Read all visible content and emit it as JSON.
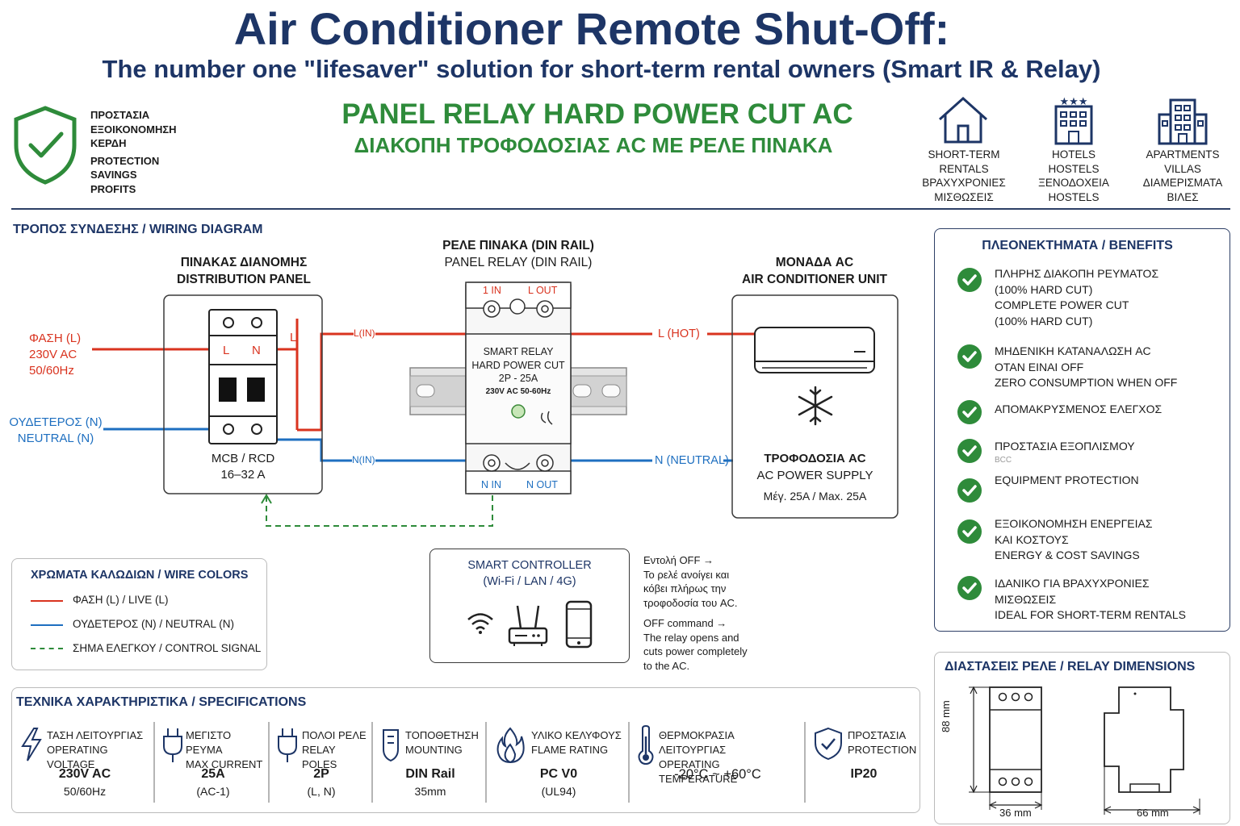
{
  "header": {
    "title": "Air Conditioner Remote Shut-Off:",
    "subtitle": "The number one \"lifesaver\" solution for short-term rental owners (Smart IR & Relay)"
  },
  "shield_block": {
    "lines": [
      "ΠΡΟΣΤΑΣΙΑ",
      "ΕΞΟΙΚΟΝΟΜΗΣΗ",
      "ΚΕΡΔΗ",
      "PROTECTION",
      "SAVINGS",
      "PROFITS"
    ]
  },
  "product": {
    "title_en": "PANEL RELAY HARD POWER CUT AC",
    "title_gr": "ΔΙΑΚΟΠΗ ΤΡΟΦΟΔΟΣΙΑΣ AC ΜΕ ΡΕΛΕ ΠΙΝΑΚΑ"
  },
  "audience": [
    {
      "icon": "house-icon",
      "lines": [
        "SHORT-TERM",
        "RENTALS",
        "ΒΡΑΧΥΧΡΟΝΙΕΣ",
        "ΜΙΣΘΩΣΕΙΣ"
      ]
    },
    {
      "icon": "hotel-icon",
      "lines": [
        "HOTELS",
        "HOSTELS",
        "ΞΕΝΟΔΟΧΕΙΑ",
        "HOSTELS"
      ]
    },
    {
      "icon": "apartment-icon",
      "lines": [
        "APARTMENTS",
        "VILLAS",
        "ΔΙΑΜΕΡΙΣΜΑΤΑ",
        "ΒΙΛΕΣ"
      ]
    }
  ],
  "wiring": {
    "section_title": "ΤΡΟΠΟΣ ΣΥΝΔΕΣΗΣ / WIRING DIAGRAM",
    "phase_label": [
      "ΦΑΣΗ (L)",
      "230V AC",
      "50/60Hz"
    ],
    "neutral_label": [
      "ΟΥΔΕΤΕΡΟΣ (N)",
      "NEUTRAL (N)"
    ],
    "panel": {
      "title_gr": "ΠΙΝΑΚΑΣ ΔΙΑΝΟΜΗΣ",
      "title_en": "DISTRIBUTION PANEL",
      "l": "L",
      "n": "N",
      "l_out": "L",
      "name": "MCB / RCD",
      "rating": "16–32 A"
    },
    "relay": {
      "title_gr": "ΡΕΛΕ ΠΙΝΑΚΑ (DIN RAIL)",
      "title_en": "PANEL RELAY (DIN RAIL)",
      "l_in": "1 IN",
      "l_out": "L OUT",
      "n_in": "N IN",
      "n_out": "N OUT",
      "body": [
        "SMART RELAY",
        "HARD POWER CUT",
        "2P - 25A",
        "230V AC 50-60Hz"
      ],
      "wire_in_l": "L(IN)",
      "wire_in_n": "N(IN)"
    },
    "ac_unit": {
      "title_gr": "ΜΟΝΑΔΑ AC",
      "title_en": "AIR CONDITIONER UNIT",
      "l_hot": "L (HOT)",
      "n_neutral": "N (NEUTRAL)",
      "supply_gr": "ΤΡΟΦΟΔΟΣΙΑ AC",
      "supply_en": "AC POWER SUPPLY",
      "max": "Μέγ. 25A / Max. 25A"
    }
  },
  "wire_colors": {
    "title": "ΧΡΩΜΑΤΑ ΚΑΛΩΔΙΩΝ / WIRE COLORS",
    "items": [
      {
        "label": "ΦΑΣΗ (L) / LIVE (L)",
        "color": "#d9331f",
        "style": "solid"
      },
      {
        "label": "ΟΥΔΕΤΕΡΟΣ (N) / NEUTRAL (N)",
        "color": "#1e6fc0",
        "style": "solid"
      },
      {
        "label": "ΣΗΜΑ ΕΛΕΓΚΟΥ / CONTROL SIGNAL",
        "color": "#2e8b3a",
        "style": "dashed"
      }
    ]
  },
  "controller": {
    "title": "SMART CONTROLLER",
    "subtitle": "(Wi-Fi / LAN / 4G)",
    "note_gr": [
      "Εντολή OFF →",
      "Το ρελέ ανοίγει και",
      "κόβει πλήρως την",
      "τροφοδοσία του AC."
    ],
    "note_en": [
      "OFF command →",
      "The relay opens and",
      "cuts power completely",
      "to the AC."
    ]
  },
  "benefits": {
    "title": "ΠΛΕΟΝΕΚΤΗΜΑΤΑ / BENEFITS",
    "items": [
      [
        "ΠΛΗΡΗΣ ΔΙΑΚΟΠΗ ΡΕΥΜΑΤΟΣ",
        "(100% HARD CUT)",
        "COMPLETE POWER CUT",
        "(100% HARD CUT)"
      ],
      [
        "ΜΗΔΕΝΙΚΗ ΚΑΤΑΝΑΛΩΣΗ AC",
        "ΟΤΑΝ ΕΙΝΑΙ OFF",
        "ZERO CONSUMPTION WHEN OFF"
      ],
      [
        "ΑΠΟΜΑΚΡΥΣΜΕΝΟΣ ΕΛΕΓΧΟΣ"
      ],
      [
        "ΠΡΟΣΤΑΣΙΑ ΕΞΟΠΛΙΣΜΟΥ",
        "BCC"
      ],
      [
        "EQUIPMENT PROTECTION"
      ],
      [
        "ΕΞΟΙΚΟΝΟΜΗΣΗ ΕΝΕΡΓΕΙΑΣ",
        "ΚΑΙ ΚΟΣΤΟΥΣ",
        "ENERGY & COST SAVINGS"
      ],
      [
        "ΙΔΑΝΙΚΟ ΓΙΑ ΒΡΑΧΥΧΡΟΝΙΕΣ",
        "ΜΙΣΘΩΣΕΙΣ",
        "IDEAL FOR SHORT-TERM RENTALS"
      ]
    ]
  },
  "specs": {
    "title": "ΤΕΧΝΙΚΑ ΧΑΡΑΚΤΗΡΙΣΤΙΚΑ / SPECIFICATIONS",
    "items": [
      {
        "icon": "lightning-icon",
        "label": [
          "ΤΑΣΗ ΛΕΙΤΟΥΡΓΙΑΣ",
          "OPERATING VOLTAGE"
        ],
        "value": "230V AC",
        "sub": "50/60Hz"
      },
      {
        "icon": "plug-icon",
        "label": [
          "ΜΕΓΙΣΤΟ ΡΕΥΜΑ",
          "MAX CURRENT"
        ],
        "value": "25A",
        "sub": "(AC-1)"
      },
      {
        "icon": "plug-icon",
        "label": [
          "ΠΟΛΟΙ ΡΕΛΕ",
          "RELAY POLES"
        ],
        "value": "2P",
        "sub": "(L, N)"
      },
      {
        "icon": "din-clip-icon",
        "label": [
          "ΤΟΠΟΘΕΤΗΣΗ",
          "MOUNTING"
        ],
        "value": "DIN Rail",
        "sub": "35mm"
      },
      {
        "icon": "flame-icon",
        "label": [
          "ΥΛΙΚΟ ΚΕΛΥΦΟΥΣ",
          "FLAME RATING"
        ],
        "value": "PC V0",
        "sub": "(UL94)"
      },
      {
        "icon": "thermometer-icon",
        "label": [
          "ΘΕΡΜΟΚΡΑΣΙΑ ΛΕΙΤΟΥΡΓΙΑΣ",
          "OPERATING TEMPERATURE"
        ],
        "value": "-20°C ~ +60°C",
        "sub": ""
      },
      {
        "icon": "shield-icon",
        "label": [
          "ΠΡΟΣΤΑΣΙΑ",
          "PROTECTION"
        ],
        "value": "IP20",
        "sub": ""
      }
    ]
  },
  "dimensions": {
    "title": "ΔΙΑΣΤΑΣΕΙΣ ΡΕΛΕ / RELAY DIMENSIONS",
    "height": "88 mm",
    "width": "36 mm",
    "depth": "66 mm"
  }
}
